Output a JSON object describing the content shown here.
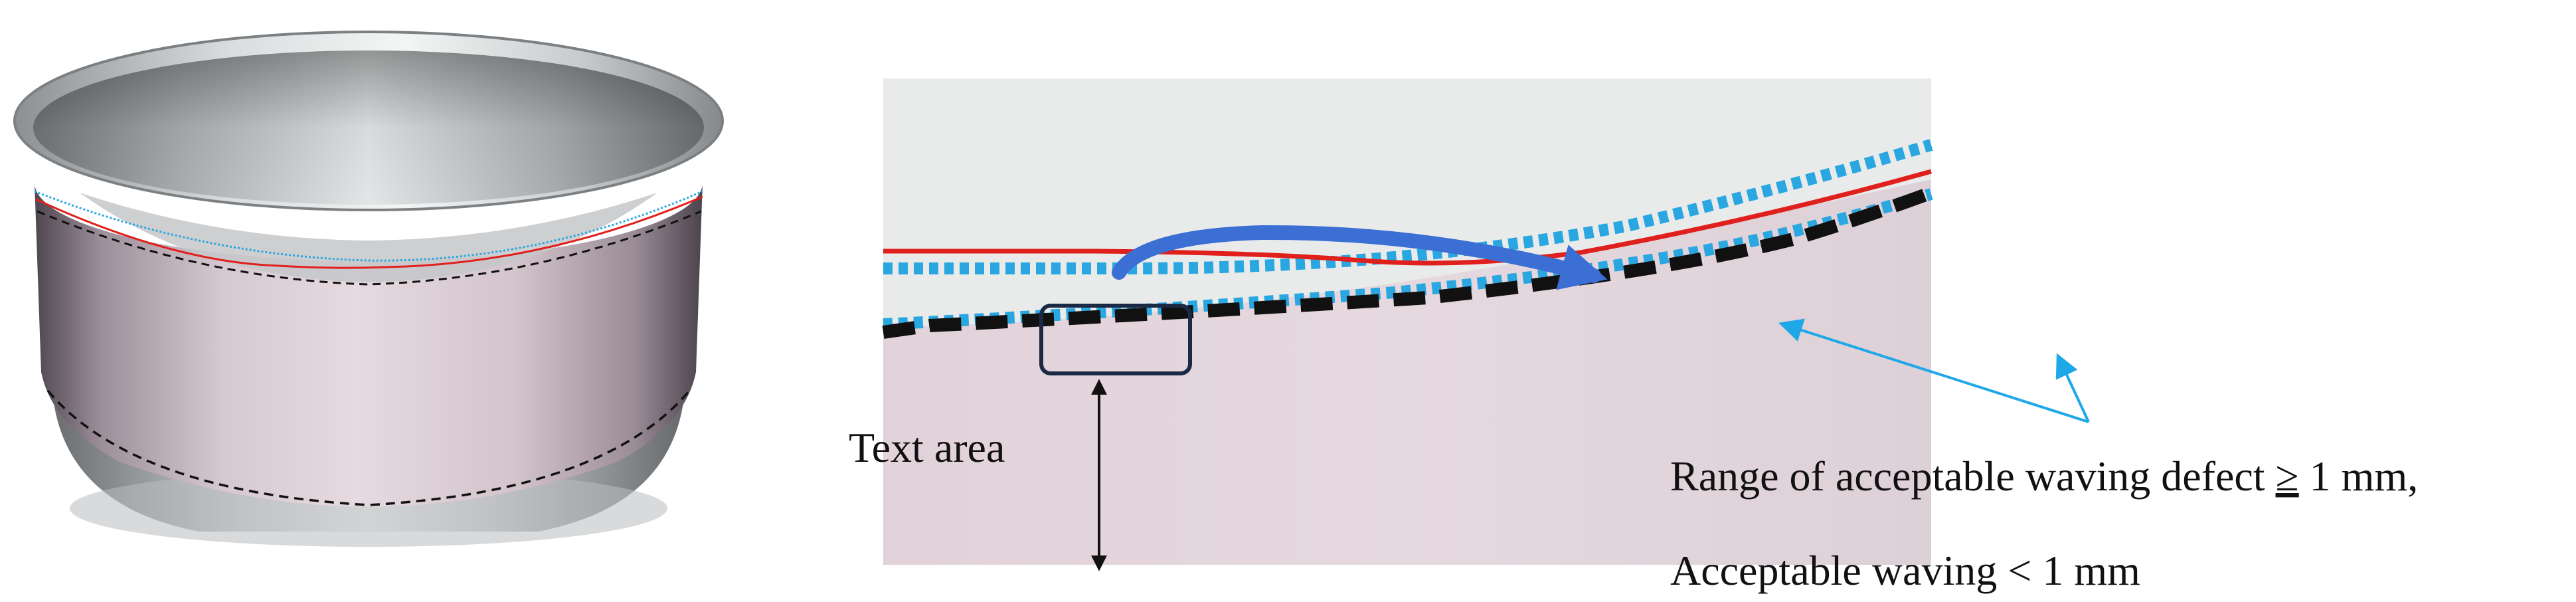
{
  "labels": {
    "text_area": "Text area",
    "defect_range_prefix": "Range of acceptable waving defect ",
    "defect_range_symbol": "≥",
    "defect_range_suffix": " 1 mm,",
    "acceptable": "Acceptable waving < 1 mm"
  },
  "colors": {
    "red_line": "#e0201c",
    "blue_dotted": "#2aa7e0",
    "black_dashed": "#111111",
    "blue_arrow": "#3b6fd3",
    "cyan_pointer": "#1fa8e8",
    "text_box": "#1a2a44",
    "can_body": "#d8c8d0",
    "upper_background": "#e9ebeb",
    "lower_background": "#e3d5dd"
  },
  "icons": {
    "can": "metal-can",
    "motion_arrow": "curved-arrow",
    "height_arrow": "double-headed-arrow",
    "pointer_arrows": "arrow-pair"
  }
}
